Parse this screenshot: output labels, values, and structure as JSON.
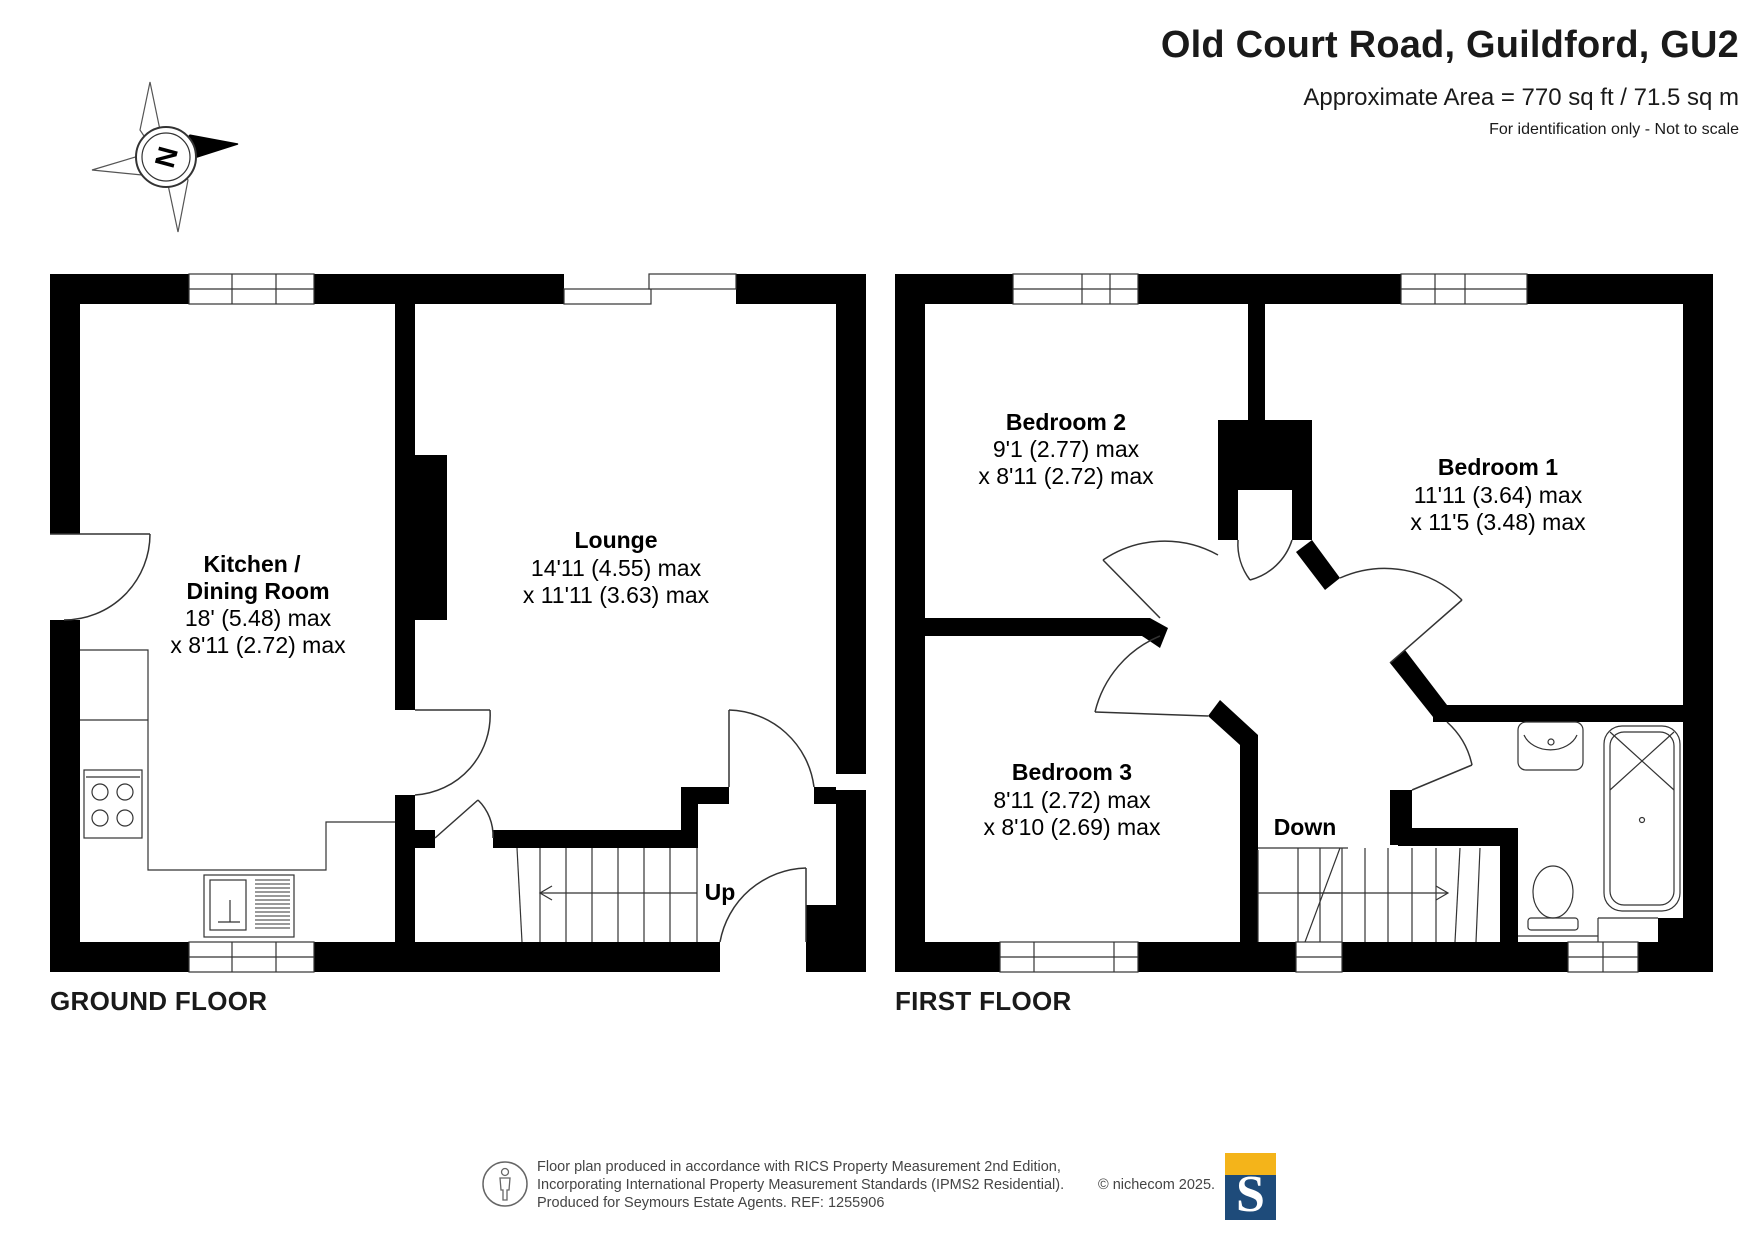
{
  "header": {
    "title": "Old Court Road, Guildford, GU2",
    "area": "Approximate Area = 770 sq ft / 71.5 sq m",
    "identification": "For identification only - Not to scale"
  },
  "compass": {
    "label": "N",
    "icon": "compass-rose-icon"
  },
  "ground_floor": {
    "label": "GROUND FLOOR",
    "rooms": [
      {
        "name_lines": [
          "Kitchen /",
          "Dining Room"
        ],
        "dim_lines": [
          "18' (5.48) max",
          "x 8'11 (2.72) max"
        ]
      },
      {
        "name_lines": [
          "Lounge"
        ],
        "dim_lines": [
          "14'11 (4.55) max",
          "x 11'11 (3.63) max"
        ]
      }
    ],
    "stairs_label": "Up"
  },
  "first_floor": {
    "label": "FIRST FLOOR",
    "rooms": [
      {
        "name_lines": [
          "Bedroom 2"
        ],
        "dim_lines": [
          "9'1 (2.77) max",
          "x 8'11 (2.72) max"
        ]
      },
      {
        "name_lines": [
          "Bedroom 1"
        ],
        "dim_lines": [
          "11'11 (3.64) max",
          "x 11'5 (3.48) max"
        ]
      },
      {
        "name_lines": [
          "Bedroom 3"
        ],
        "dim_lines": [
          "8'11 (2.72) max",
          "x 8'10 (2.69) max"
        ]
      }
    ],
    "stairs_label": "Down"
  },
  "footer": {
    "lines": [
      "Floor plan produced in accordance with RICS Property Measurement 2nd Edition,",
      "Incorporating International Property Measurement Standards (IPMS2 Residential).",
      "Produced for Seymours Estate Agents.   REF: 1255906"
    ],
    "copyright": "© nichecom 2025.",
    "logo_letter": "S",
    "logo_colors": {
      "top": "#f4b41a",
      "bottom": "#1e4b7a"
    }
  },
  "colors": {
    "wall": "#000000",
    "line": "#333333"
  }
}
